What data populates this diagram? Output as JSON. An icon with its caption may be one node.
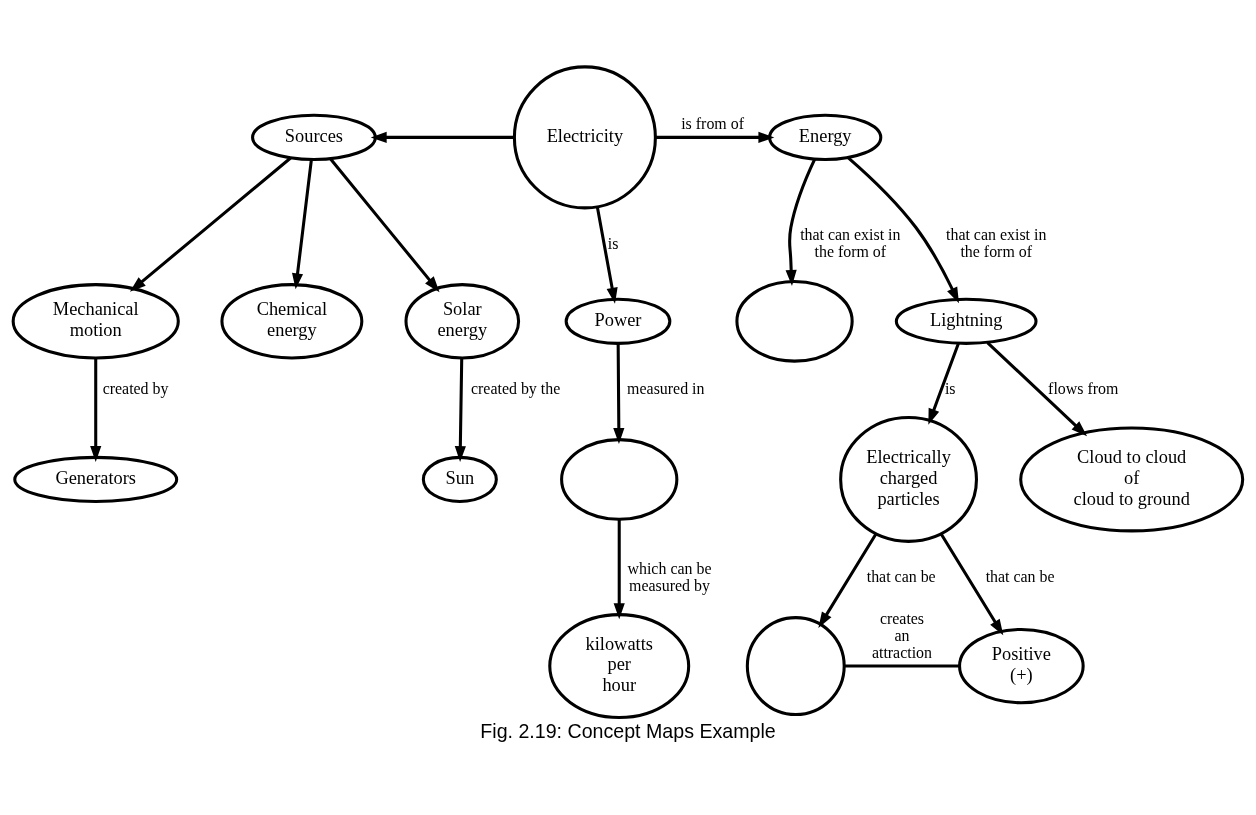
{
  "diagram": {
    "caption": "Fig. 2.19: Concept Maps Example",
    "nodes": [
      {
        "text": [
          "Electricity"
        ]
      },
      {
        "text": [
          "Sources"
        ]
      },
      {
        "text": [
          "Mechanical motion"
        ]
      },
      {
        "text": [
          "Chemical energy"
        ]
      },
      {
        "text": [
          "Solar energy"
        ]
      },
      {
        "text": [
          "Generators"
        ]
      },
      {
        "text": [
          "Sun"
        ]
      },
      {
        "text": [
          "Power"
        ]
      },
      {
        "text": [],
        "shape": "ellipse"
      },
      {
        "text": [
          "kilowatts per hour"
        ]
      },
      {
        "text": [
          "Energy"
        ]
      },
      {
        "text": [],
        "shape": "ellipse"
      },
      {
        "text": [
          "Lightning"
        ]
      },
      {
        "text": [
          "Cloud to cloud of cloud to ground"
        ]
      },
      {
        "text": [
          "Electrically charged particles"
        ]
      },
      {
        "text": [
          "Positive (+)"
        ]
      },
      {
        "text": [],
        "shape": "circle"
      }
    ],
    "edges": [
      {
        "from": 0,
        "to": 1,
        "arrow": "to"
      },
      {
        "from": 1,
        "to": 2,
        "arrow": "to"
      },
      {
        "from": 1,
        "to": 3,
        "arrow": "to"
      },
      {
        "from": 1,
        "to": 4,
        "arrow": "to"
      },
      {
        "from": 2,
        "to": 5,
        "arrow": "to",
        "label": "created by"
      },
      {
        "from": 4,
        "to": 6,
        "arrow": "to",
        "label": "created by the"
      },
      {
        "from": 0,
        "to": 7,
        "arrow": "to",
        "label": "is"
      },
      {
        "from": 7,
        "to": 8,
        "arrow": "to",
        "label": "measured in"
      },
      {
        "from": 8,
        "to": 9,
        "arrow": "to",
        "label": "which can be measured by"
      },
      {
        "from": 0,
        "to": 10,
        "arrow": "to",
        "label": "is from of"
      },
      {
        "from": 10,
        "to": 11,
        "arrow": "to",
        "label": "that can exist in the form of"
      },
      {
        "from": 10,
        "to": 12,
        "arrow": "to",
        "label": "that can exist in the form of"
      },
      {
        "from": 12,
        "to": 13,
        "arrow": "to",
        "label": "flows from"
      },
      {
        "from": 12,
        "to": 14,
        "arrow": "to",
        "label": "is"
      },
      {
        "from": 14,
        "to": 15,
        "arrow": "to",
        "label": "that can be"
      },
      {
        "from": 14,
        "to": 16,
        "arrow": "to",
        "label": "that can be"
      },
      {
        "from": 15,
        "to": 16,
        "arrow": "none",
        "label": "creates an attraction"
      }
    ]
  }
}
